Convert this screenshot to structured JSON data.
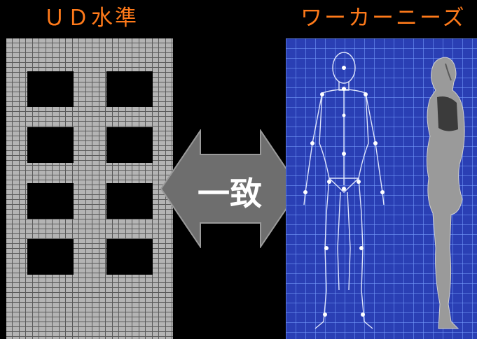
{
  "left_title": {
    "text": "ＵＤ水準",
    "color": "#ff7a1a"
  },
  "right_title": {
    "text": "ワーカーニーズ",
    "color": "#ff7a1a"
  },
  "arrow_label": "一致",
  "colors": {
    "brick": "#b4b4b4",
    "mortar": "#5a5a5a",
    "arrow": "#6e6e6e",
    "grid_bg": "#2a3fb4"
  },
  "icons": {
    "building": "brick-building-icon",
    "arrow": "double-arrow-icon",
    "figure_front": "wireframe-human-front",
    "figure_side": "human-side-profile"
  }
}
